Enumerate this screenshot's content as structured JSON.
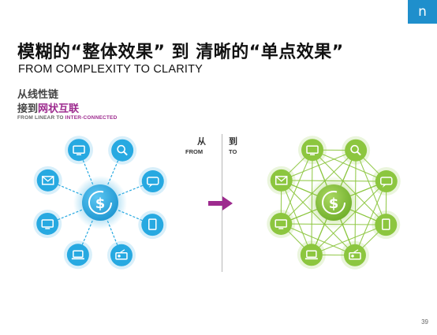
{
  "brand": {
    "logo_glyph": "n",
    "accent_color": "#1f8fcc"
  },
  "header": {
    "title_cn": "模糊的“整体效果”  到 清晰的“单点效果”",
    "title_en": "FROM COMPLEXITY TO CLARITY"
  },
  "subtitle": {
    "line1": "从线性链",
    "line2_prefix": "接到",
    "line2_highlight": "网状互联",
    "line3_prefix": "FROM LINEAR TO ",
    "line3_highlight": "INTER-CONNECTED",
    "highlight_color": "#9d2a8e"
  },
  "transition": {
    "from_cn": "从",
    "from_en": "FROM",
    "to_cn": "到",
    "to_en": "TO",
    "arrow_color": "#9d2a8e"
  },
  "diagram_left": {
    "style": "hub-and-spoke",
    "color": "#27a9e1",
    "center_icon": "dollar-cycle-icon",
    "nodes": [
      "tv-icon",
      "magnifier-icon",
      "chat-icon",
      "tablet-icon",
      "radio-icon",
      "laptop-icon",
      "monitor-icon",
      "email-icon"
    ]
  },
  "diagram_right": {
    "style": "fully-interconnected",
    "color": "#8cc63f",
    "center_icon": "dollar-cycle-icon",
    "nodes": [
      "tv-icon",
      "magnifier-icon",
      "chat-icon",
      "tablet-icon",
      "radio-icon",
      "laptop-icon",
      "monitor-icon",
      "email-icon"
    ]
  },
  "footer": {
    "page_number": "39"
  }
}
